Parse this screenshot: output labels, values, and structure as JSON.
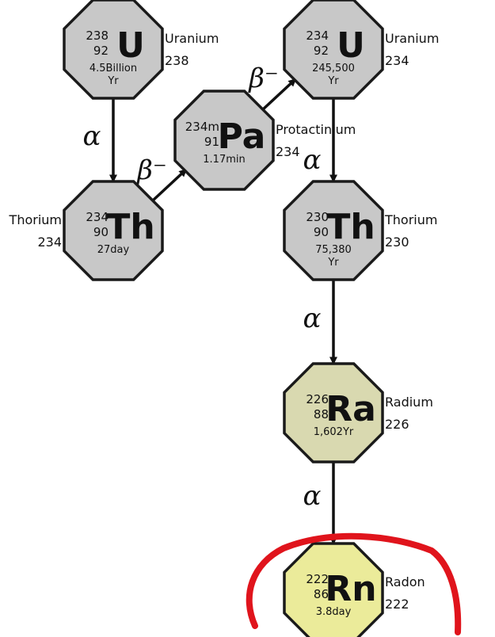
{
  "nuclides": [
    {
      "id": "u238",
      "symbol": "U",
      "mass": "238",
      "atomic": "92",
      "half": [
        "4.5Billion",
        "Yr"
      ],
      "name": "Uranium",
      "name_mass": "238",
      "fill": "#c8c8c8"
    },
    {
      "id": "th234",
      "symbol": "Th",
      "mass": "234",
      "atomic": "90",
      "half": [
        "27day"
      ],
      "name": "Thorium",
      "name_mass": "234",
      "fill": "#c8c8c8"
    },
    {
      "id": "pa234",
      "symbol": "Pa",
      "mass": "234m",
      "atomic": "91",
      "half": [
        "1.17min"
      ],
      "name": "Protactinium",
      "name_mass": "234",
      "fill": "#c8c8c8"
    },
    {
      "id": "u234",
      "symbol": "U",
      "mass": "234",
      "atomic": "92",
      "half": [
        "245,500",
        "Yr"
      ],
      "name": "Uranium",
      "name_mass": "234",
      "fill": "#c8c8c8"
    },
    {
      "id": "th230",
      "symbol": "Th",
      "mass": "230",
      "atomic": "90",
      "half": [
        "75,380",
        "Yr"
      ],
      "name": "Thorium",
      "name_mass": "230",
      "fill": "#c8c8c8"
    },
    {
      "id": "ra226",
      "symbol": "Ra",
      "mass": "226",
      "atomic": "88",
      "half": [
        "1,602Yr"
      ],
      "name": "Radium",
      "name_mass": "226",
      "fill": "#d9d9b0"
    },
    {
      "id": "rn222",
      "symbol": "Rn",
      "mass": "222",
      "atomic": "86",
      "half": [
        "3.8day"
      ],
      "name": "Radon",
      "name_mass": "222",
      "fill": "#ebeb9a"
    }
  ],
  "decays": [
    {
      "from": "u238",
      "to": "th234",
      "type": "α"
    },
    {
      "from": "th234",
      "to": "pa234",
      "type": "β⁻"
    },
    {
      "from": "pa234",
      "to": "u234",
      "type": "β⁻"
    },
    {
      "from": "u234",
      "to": "th230",
      "type": "α"
    },
    {
      "from": "th230",
      "to": "ra226",
      "type": "α"
    },
    {
      "from": "ra226",
      "to": "rn222",
      "type": "α"
    }
  ],
  "highlight_color": "#e0141c"
}
